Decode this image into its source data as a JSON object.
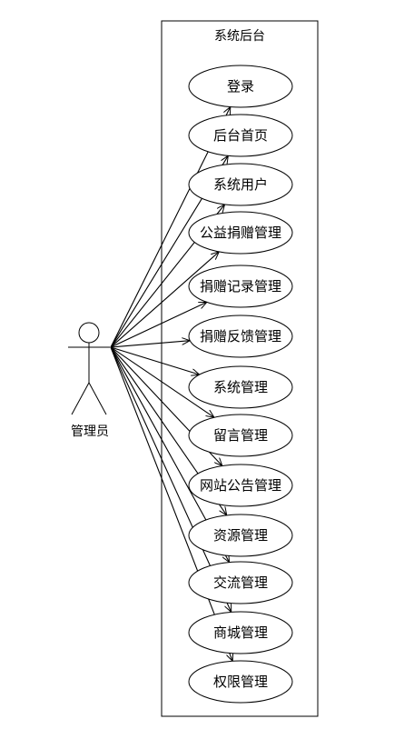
{
  "system": {
    "title": "系统后台"
  },
  "actor": {
    "label": "管理员"
  },
  "use_cases": [
    {
      "label": "登录"
    },
    {
      "label": "后台首页"
    },
    {
      "label": "系统用户"
    },
    {
      "label": "公益捐赠管理"
    },
    {
      "label": "捐赠记录管理"
    },
    {
      "label": "捐赠反馈管理"
    },
    {
      "label": "系统管理"
    },
    {
      "label": "留言管理"
    },
    {
      "label": "网站公告管理"
    },
    {
      "label": "资源管理"
    },
    {
      "label": "交流管理"
    },
    {
      "label": "商城管理"
    },
    {
      "label": "权限管理"
    }
  ],
  "colors": {
    "stroke": "#000000",
    "fill": "#ffffff"
  }
}
